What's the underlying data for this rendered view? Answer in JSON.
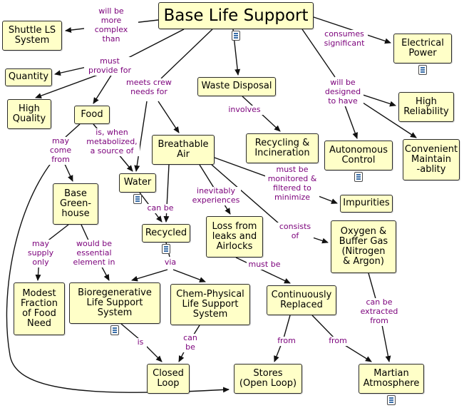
{
  "diagram": {
    "title": "Base Life Support",
    "type": "concept-map"
  },
  "colors": {
    "node_bg": "#FFFFC8",
    "node_border": "#2B2B2B",
    "link_text": "#7B007B",
    "arrow": "#111111",
    "background": "#FFFFFF"
  },
  "nodes": {
    "base_life_support": {
      "label": "Base Life Support"
    },
    "shuttle_ls_system": {
      "label": "Shuttle LS\nSystem"
    },
    "quantity": {
      "label": "Quantity"
    },
    "high_quality": {
      "label": "High\nQuality"
    },
    "food": {
      "label": "Food"
    },
    "waste_disposal": {
      "label": "Waste Disposal"
    },
    "electrical_power": {
      "label": "Electrical\nPower"
    },
    "high_reliability": {
      "label": "High\nReliability"
    },
    "breathable_air": {
      "label": "Breathable\nAir"
    },
    "recycling_incineration": {
      "label": "Recycling &\nIncineration"
    },
    "autonomous_control": {
      "label": "Autonomous\nControl"
    },
    "convenient_maintainablity": {
      "label": "Convenient\nMaintain\n-ablity"
    },
    "water": {
      "label": "Water"
    },
    "impurities": {
      "label": "Impurities"
    },
    "base_greenhouse": {
      "label": "Base\nGreen-\nhouse"
    },
    "recycled": {
      "label": "Recycled"
    },
    "loss_from_leaks": {
      "label": "Loss from\nleaks and\nAirlocks"
    },
    "oxygen_buffer_gas": {
      "label": "Oxygen &\nBuffer Gas\n(Nitrogen\n& Argon)"
    },
    "modest_fraction": {
      "label": "Modest\nFraction\nof Food\nNeed"
    },
    "bioregenerative": {
      "label": "Bioregenerative\nLife Support\nSystem"
    },
    "chem_physical": {
      "label": "Chem-Physical\nLife Support\nSystem"
    },
    "continuously_replaced": {
      "label": "Continuously\nReplaced"
    },
    "closed_loop": {
      "label": "Closed\nLoop"
    },
    "stores_open_loop": {
      "label": "Stores\n(Open Loop)"
    },
    "martian_atmosphere": {
      "label": "Martian\nAtmosphere"
    }
  },
  "links": {
    "will_be_more_complex_than": {
      "label": "will be\nmore complex\nthan"
    },
    "must_provide_for": {
      "label": "must\nprovide for"
    },
    "meets_crew_needs_for": {
      "label": "meets crew\nneeds for"
    },
    "consumes_significant": {
      "label": "consumes\nsignificant"
    },
    "will_be_designed_to_have": {
      "label": "will be\ndesigned\nto have"
    },
    "involves": {
      "label": "involves"
    },
    "is_when_metabolized": {
      "label": "is, when\nmetabolized,\na source of"
    },
    "may_come_from": {
      "label": "may\ncome\nfrom"
    },
    "must_be_monitored": {
      "label": "must be\nmonitored &\nfiltered to\nminimize"
    },
    "can_be_water": {
      "label": "can be"
    },
    "inevitably_experiences": {
      "label": "inevitably\nexperiences"
    },
    "consists_of": {
      "label": "consists\nof"
    },
    "may_supply_only": {
      "label": "may supply\nonly"
    },
    "would_be_essential": {
      "label": "would be\nessential\nelement in"
    },
    "via": {
      "label": "via"
    },
    "must_be": {
      "label": "must be"
    },
    "can_be_extracted_from": {
      "label": "can be\nextracted\nfrom"
    },
    "is": {
      "label": "is"
    },
    "can_be_chem": {
      "label": "can\nbe"
    },
    "from_stores": {
      "label": "from"
    },
    "from_martian": {
      "label": "from"
    }
  },
  "icons": {
    "resource": "document-resource-icon"
  }
}
